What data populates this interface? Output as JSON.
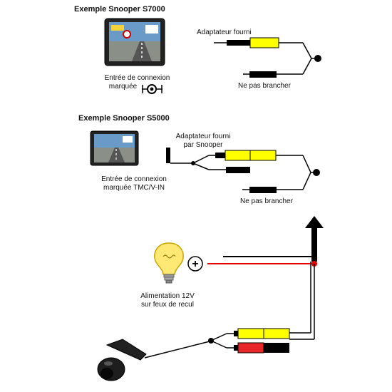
{
  "section1": {
    "title": "Exemple Snooper  S7000",
    "input_label_line1": "Entrée de connexion",
    "input_label_line2": "marquée",
    "adapter_label": "Adaptateur fourni",
    "no_connect_label": "Ne pas brancher"
  },
  "section2": {
    "title": "Exemple Snooper  S5000",
    "input_label_line1": "Entrée de connexion",
    "input_label_line2": "marquée TMC/V-IN",
    "adapter_label_line1": "Adaptateur fourni",
    "adapter_label_line2": "par Snooper",
    "no_connect_label": "Ne pas brancher"
  },
  "section3": {
    "power_label_line1": "Alimentation 12V",
    "power_label_line2": "sur feux de recul",
    "plus_symbol": "+"
  },
  "colors": {
    "yellow_plug": "#ffff00",
    "red_plug": "#e8262a",
    "red_wire": "#e60000",
    "black": "#000000"
  },
  "icons": [
    "gps-device-icon",
    "connector-symbol-icon",
    "light-bulb-icon",
    "plus-circle-icon",
    "arrow-up-icon",
    "camera-icon"
  ]
}
